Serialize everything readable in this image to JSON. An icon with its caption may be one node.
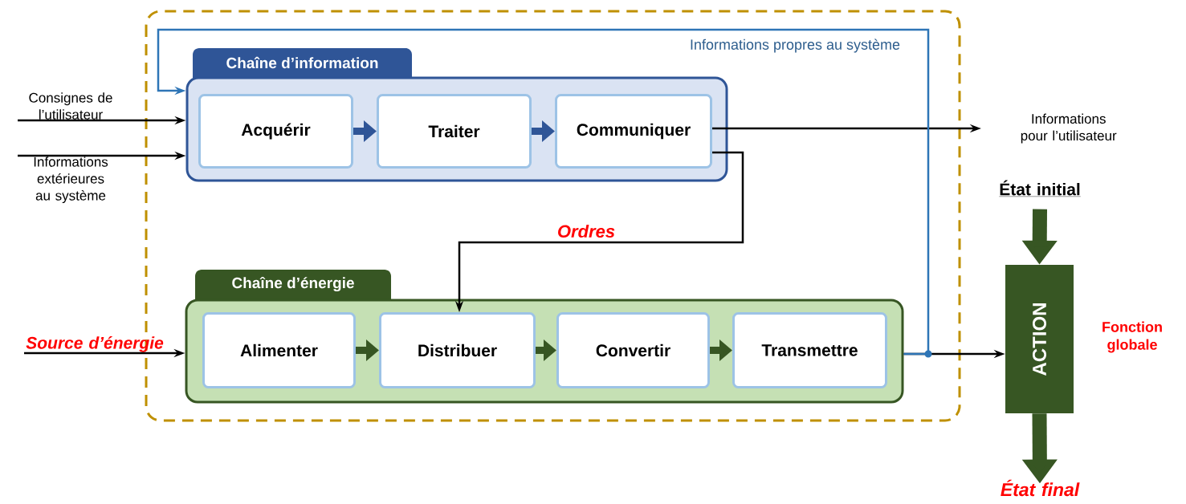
{
  "diagram": {
    "nodes": [
      {
        "text": [
          "Chaîne d’information"
        ]
      },
      {
        "text": [
          "Acquérir"
        ],
        "in": 0
      },
      {
        "text": [
          "Traiter"
        ],
        "in": 0
      },
      {
        "text": [
          "Communiquer"
        ],
        "in": 0
      },
      {
        "text": [
          "Chaîne d’énergie"
        ]
      },
      {
        "text": [
          "Alimenter"
        ],
        "in": 4
      },
      {
        "text": [
          "Distribuer"
        ],
        "in": 4
      },
      {
        "text": [
          "Convertir"
        ],
        "in": 4
      },
      {
        "text": [
          "Transmettre"
        ],
        "in": 4
      },
      {
        "text": [
          "ACTION"
        ],
        "beside": [
          "Fonction globale"
        ]
      },
      {
        "text": [
          "Consignes de l’utilisateur"
        ]
      },
      {
        "text": [
          "Informations extérieures au système"
        ]
      },
      {
        "text": [
          "Informations pour l’utilisateur"
        ]
      },
      {
        "text": [
          "Source d’énergie"
        ]
      },
      {
        "text": [
          "État initial"
        ]
      },
      {
        "text": [
          "État final"
        ]
      }
    ],
    "edges": [
      {
        "from": 10,
        "to": 0,
        "arrow": "to"
      },
      {
        "from": 11,
        "to": 0,
        "arrow": "to"
      },
      {
        "from": 1,
        "to": 2,
        "arrow": "to",
        "style": "thick",
        "color": "#2f5597"
      },
      {
        "from": 2,
        "to": 3,
        "arrow": "to",
        "style": "thick",
        "color": "#2f5597"
      },
      {
        "from": 3,
        "to": 12,
        "arrow": "to"
      },
      {
        "from": 3,
        "to": 6,
        "arrow": "to",
        "label": "Ordres"
      },
      {
        "from": 13,
        "to": 4,
        "arrow": "to"
      },
      {
        "from": 5,
        "to": 6,
        "arrow": "to",
        "style": "thick",
        "color": "#375623"
      },
      {
        "from": 6,
        "to": 7,
        "arrow": "to",
        "style": "thick",
        "color": "#375623"
      },
      {
        "from": 7,
        "to": 8,
        "arrow": "to",
        "style": "thick",
        "color": "#375623"
      },
      {
        "from": 4,
        "to": 9,
        "arrow": "to"
      },
      {
        "from": 4,
        "to": 0,
        "arrow": "to",
        "color": "#2e75b6",
        "label": "Informations propres au système"
      },
      {
        "from": 14,
        "to": 9,
        "arrow": "to",
        "style": "thick",
        "color": "#375623"
      },
      {
        "from": 9,
        "to": 15,
        "arrow": "to",
        "style": "thick",
        "color": "#375623"
      }
    ]
  }
}
